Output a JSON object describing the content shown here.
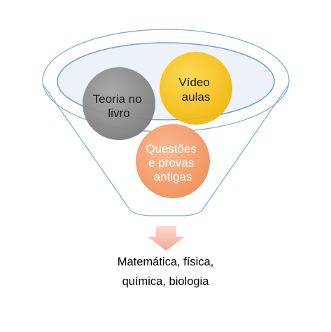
{
  "funnel": {
    "colors": {
      "outline": "#7aa7d6",
      "rim_fill": "#dfe8f5",
      "rim_stroke": "#6f9fd0"
    }
  },
  "inputs": [
    {
      "lines": [
        "Teoria no",
        "livro"
      ],
      "color": "#8c8c8c",
      "text_color": "#1a1a1a"
    },
    {
      "lines": [
        "Vídeo",
        "aulas"
      ],
      "color": "#ffc000",
      "text_color": "#1a1a1a"
    },
    {
      "lines": [
        "Questões",
        "e provas",
        "antigas"
      ],
      "color": "#f4a273",
      "text_color": "#ffffff"
    }
  ],
  "arrow": {
    "color": "#f8c3b5",
    "icon": "down-arrow-icon"
  },
  "output": {
    "line1": "Matemática, física,",
    "line2": "química, biologia"
  }
}
